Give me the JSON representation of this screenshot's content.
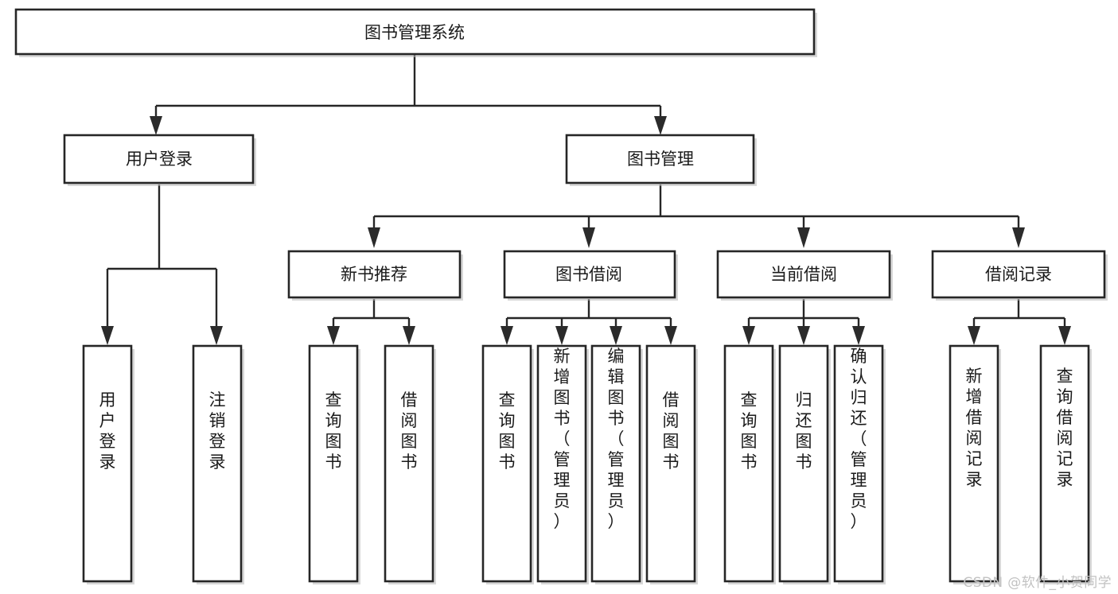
{
  "diagram": {
    "type": "tree-hierarchy",
    "title": "图书管理系统",
    "watermark": "CSDN @软件_小贺同学",
    "colors": {
      "stroke": "#262626",
      "fill": "#ffffff",
      "text": "#1a1a1a",
      "watermark": "#c2c2c2"
    },
    "nodes": {
      "root": {
        "label": "图书管理系统",
        "level": 0,
        "orientation": "horizontal"
      },
      "l1": [
        {
          "id": "user-login",
          "label": "用户登录",
          "level": 1,
          "orientation": "horizontal"
        },
        {
          "id": "book-manage",
          "label": "图书管理",
          "level": 1,
          "orientation": "horizontal"
        }
      ],
      "l2": [
        {
          "id": "new-book-rec",
          "label": "新书推荐",
          "level": 2,
          "orientation": "horizontal",
          "parent": "book-manage"
        },
        {
          "id": "book-borrow",
          "label": "图书借阅",
          "level": 2,
          "orientation": "horizontal",
          "parent": "book-manage"
        },
        {
          "id": "current-borrow",
          "label": "当前借阅",
          "level": 2,
          "orientation": "horizontal",
          "parent": "book-manage"
        },
        {
          "id": "borrow-record",
          "label": "借阅记录",
          "level": 2,
          "orientation": "horizontal",
          "parent": "book-manage"
        }
      ],
      "leaves": [
        {
          "id": "leaf-user-login",
          "label": "用户登录",
          "parent": "user-login",
          "orientation": "vertical"
        },
        {
          "id": "leaf-logout",
          "label": "注销登录",
          "parent": "user-login",
          "orientation": "vertical"
        },
        {
          "id": "leaf-query-book-1",
          "label": "查询图书",
          "parent": "new-book-rec",
          "orientation": "vertical"
        },
        {
          "id": "leaf-borrow-book-1",
          "label": "借阅图书",
          "parent": "new-book-rec",
          "orientation": "vertical"
        },
        {
          "id": "leaf-query-book-2",
          "label": "查询图书",
          "parent": "book-borrow",
          "orientation": "vertical"
        },
        {
          "id": "leaf-add-book",
          "label": "新增图书（管理员）",
          "parent": "book-borrow",
          "orientation": "vertical"
        },
        {
          "id": "leaf-edit-book",
          "label": "编辑图书（管理员）",
          "parent": "book-borrow",
          "orientation": "vertical"
        },
        {
          "id": "leaf-borrow-book-2",
          "label": "借阅图书",
          "parent": "book-borrow",
          "orientation": "vertical"
        },
        {
          "id": "leaf-query-book-3",
          "label": "查询图书",
          "parent": "current-borrow",
          "orientation": "vertical"
        },
        {
          "id": "leaf-return-book",
          "label": "归还图书",
          "parent": "current-borrow",
          "orientation": "vertical"
        },
        {
          "id": "leaf-confirm-return",
          "label": "确认归还（管理员）",
          "parent": "current-borrow",
          "orientation": "vertical"
        },
        {
          "id": "leaf-add-record",
          "label": "新增借阅记录",
          "parent": "borrow-record",
          "orientation": "vertical"
        },
        {
          "id": "leaf-query-record",
          "label": "查询借阅记录",
          "parent": "borrow-record",
          "orientation": "vertical"
        }
      ]
    }
  }
}
